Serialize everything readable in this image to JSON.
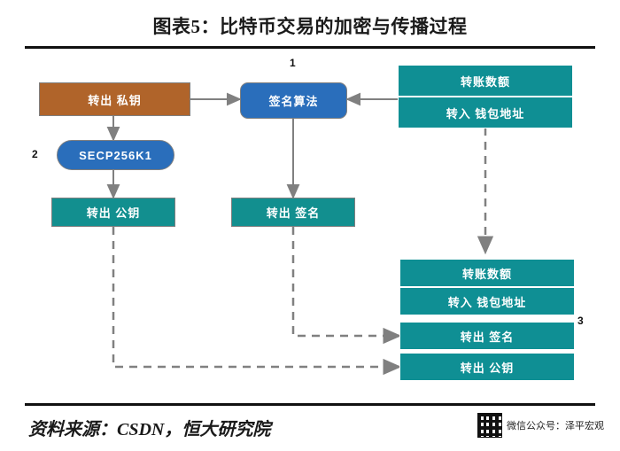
{
  "title": "图表5：比特币交易的加密与传播过程",
  "source": "资料来源：CSDN，恒大研究院",
  "badge": {
    "icon": "qr-code-icon",
    "label": "微信公众号：泽平宏观"
  },
  "colors": {
    "brown": "#b0642a",
    "blue": "#2a6ebb",
    "teal": "#128f8f",
    "stack": "#0f8f94",
    "arrow": "#808080",
    "rule": "#111111"
  },
  "diagram": {
    "step_labels": [
      "1",
      "2",
      "3"
    ],
    "nodes": [
      {
        "id": "private-key",
        "label": "转出 私钥",
        "color": "brown"
      },
      {
        "id": "sign-algo",
        "label": "签名算法",
        "color": "blue"
      },
      {
        "id": "secp256k1",
        "label": "SECP256K1",
        "color": "blue"
      },
      {
        "id": "public-key",
        "label": "转出 公钥",
        "color": "teal"
      },
      {
        "id": "signature",
        "label": "转出 签名",
        "color": "teal"
      }
    ],
    "tx_input": {
      "rows": [
        "转账数额",
        "转入 钱包地址"
      ]
    },
    "tx_final": {
      "rows": [
        "转账数额",
        "转入 钱包地址",
        "转出 签名",
        "转出 公钥"
      ]
    }
  }
}
